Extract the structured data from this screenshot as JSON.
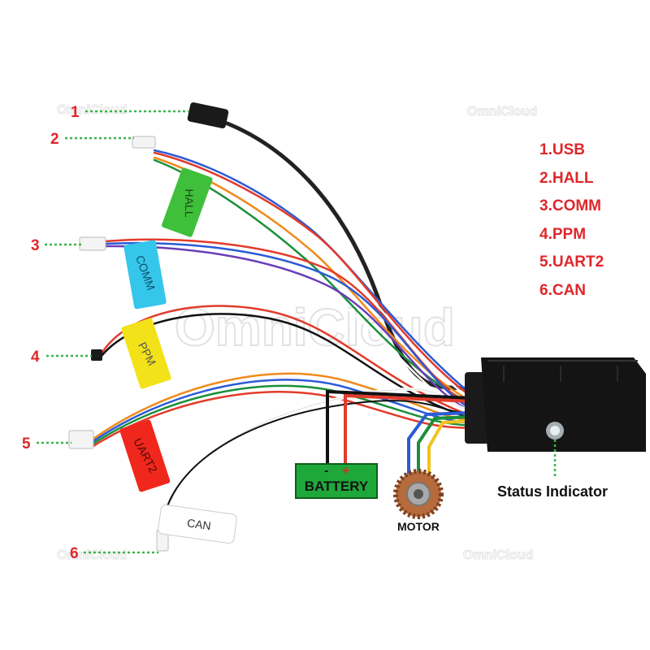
{
  "callouts": [
    "1",
    "2",
    "3",
    "4",
    "5",
    "6"
  ],
  "legend": [
    "1.USB",
    "2.HALL",
    "3.COMM",
    "4.PPM",
    "5.UART2",
    "6.CAN"
  ],
  "tags": {
    "hall": "HALL",
    "comm": "COMM",
    "ppm": "PPM",
    "uart2": "UART2",
    "can": "CAN"
  },
  "battery": {
    "minus": "-",
    "plus": "+",
    "label": "BATTERY"
  },
  "motor_label": "MOTOR",
  "status_label": "Status Indicator",
  "watermark": "OmniCloud",
  "colors": {
    "callout": "#e0262a",
    "leader": "#3bb54a",
    "hall_tag": "#3fbf3a",
    "comm_tag": "#35c6ec",
    "ppm_tag": "#f3e21a",
    "uart2_tag": "#f0271c",
    "can_tag": "#ffffff",
    "battery_box": "#1fa83a"
  }
}
